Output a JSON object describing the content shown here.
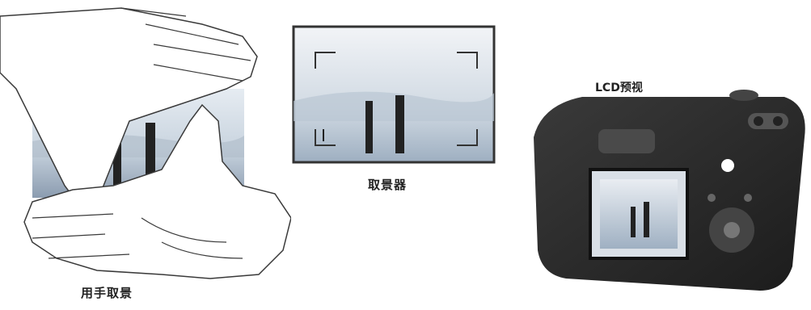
{
  "captions": {
    "hand_framing": "用手取景",
    "viewfinder": "取景器",
    "lcd_preview": "LCD预视"
  },
  "colors": {
    "sky_top": "#d9e2ec",
    "water": "#9fb0c2",
    "camera_body": "#2a2a2a",
    "skin_outline": "#3a3a3a"
  }
}
